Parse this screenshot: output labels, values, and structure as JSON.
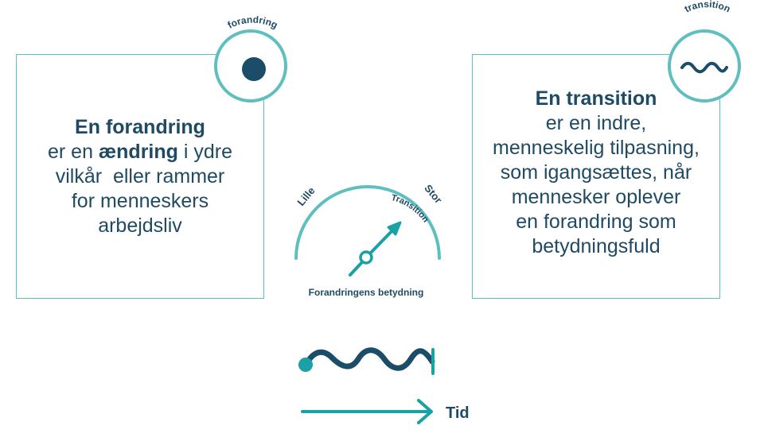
{
  "left_card": {
    "badge_label": "forandring",
    "title": "En forandring",
    "line1_before": "er en ",
    "line1_bold": "ændring",
    "line1_after": " i ydre",
    "line2": "vilkår  eller rammer",
    "line3": "for menneskers",
    "line4": "arbejdsliv"
  },
  "right_card": {
    "badge_label": "transition",
    "title": "En transition",
    "lines": [
      "er en indre,",
      "menneskelig tilpasning,",
      "som igangsættes, når",
      "mennesker oplever",
      "en forandring som",
      "betydningsfuld"
    ]
  },
  "gauge": {
    "label_small": "Lille",
    "label_large": "Stor",
    "label_transition": "Transition",
    "caption": "Forandringens betydning"
  },
  "timeline": {
    "time_label": "Tid"
  },
  "colors": {
    "teal": "#5fbfbf",
    "dark_teal": "#1aa1a6",
    "navy": "#1b4d68"
  }
}
